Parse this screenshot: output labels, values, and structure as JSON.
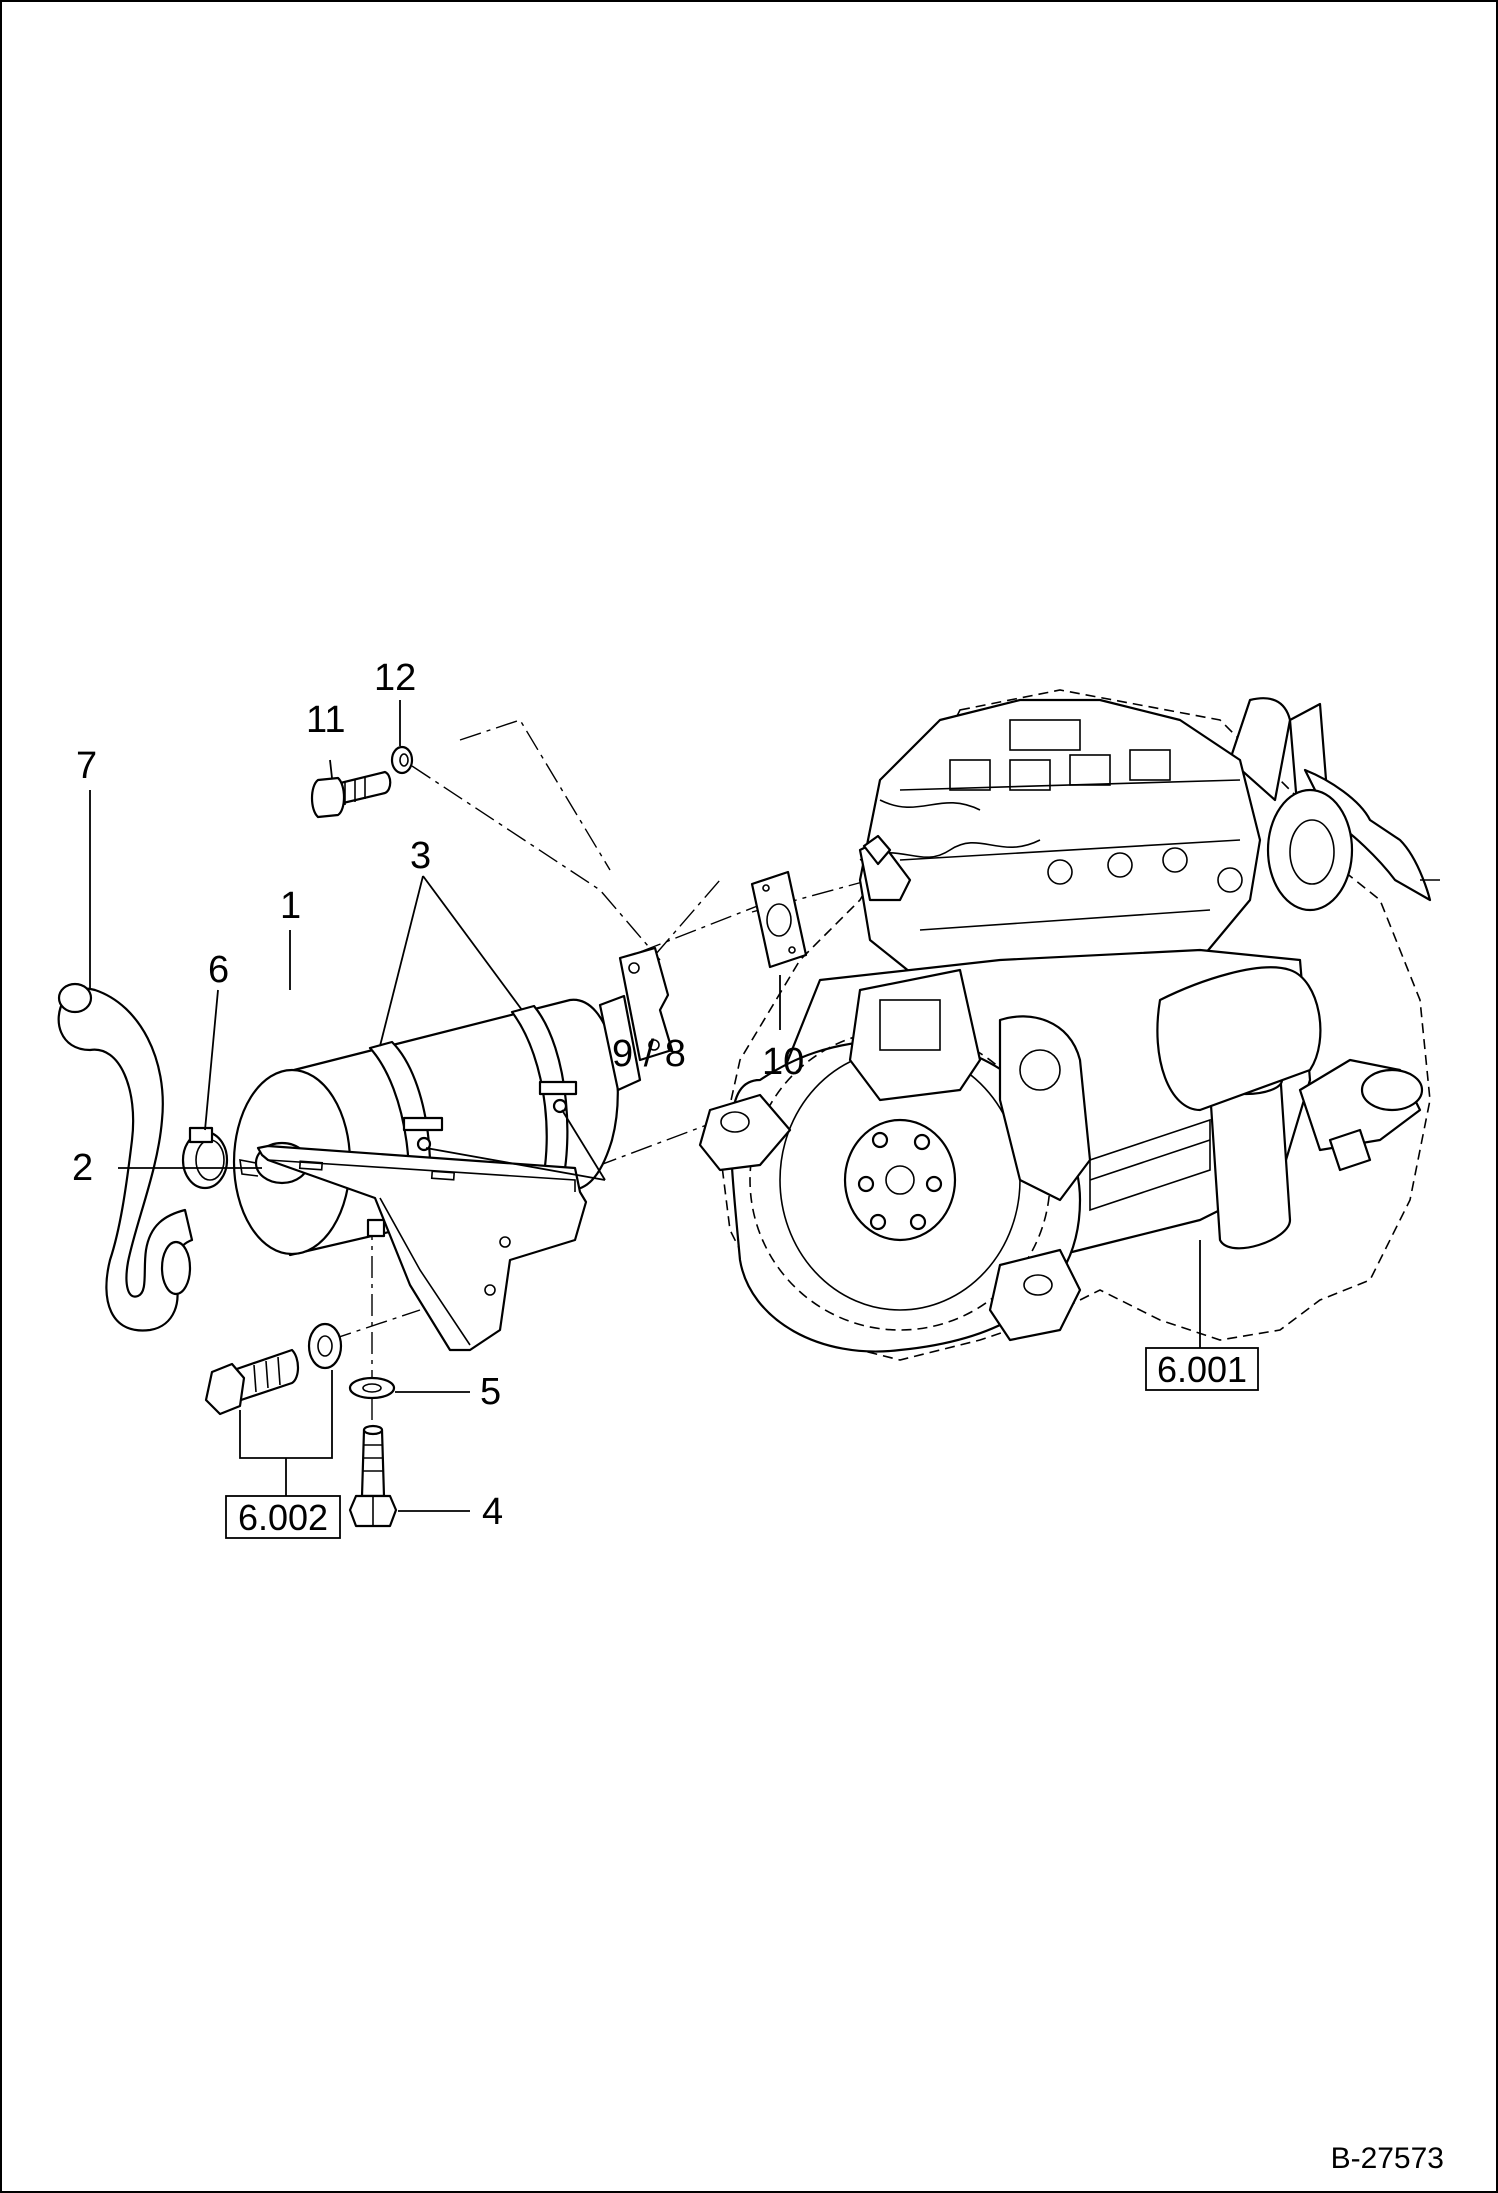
{
  "diagram": {
    "callouts": {
      "muffler": "1",
      "bracket": "2",
      "strap": "3",
      "bolt_4": "4",
      "washer_5": "5",
      "hose_clamp": "6",
      "exhaust_pipe": "7",
      "nut_bolt": "9 / 8",
      "gasket": "10",
      "bolt_11": "11",
      "washer_12": "12"
    },
    "references": {
      "engine": "6.001",
      "fastener_set": "6.002"
    },
    "drawing_number": "B-27573"
  }
}
